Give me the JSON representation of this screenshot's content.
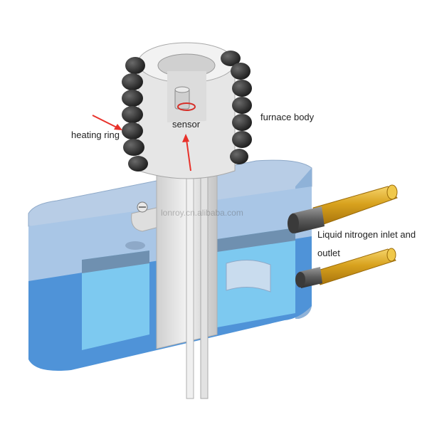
{
  "labels": {
    "heating_ring": "heating ring",
    "sensor": "sensor",
    "furnace_body": "furnace body",
    "ln2_line1": "Liquid nitrogen inlet and",
    "ln2_line2": "outlet"
  },
  "watermark": "lonroy.cn.alibaba.com",
  "colors": {
    "arrow": "#e8312a",
    "tank_upper": "#a9c6e6",
    "tank_lower": "#4f93d8",
    "cavity": "#7dc9f0",
    "tube_gold": "#d8a21e",
    "coil": "#2f2f2f",
    "column": "#e6e6e6"
  }
}
